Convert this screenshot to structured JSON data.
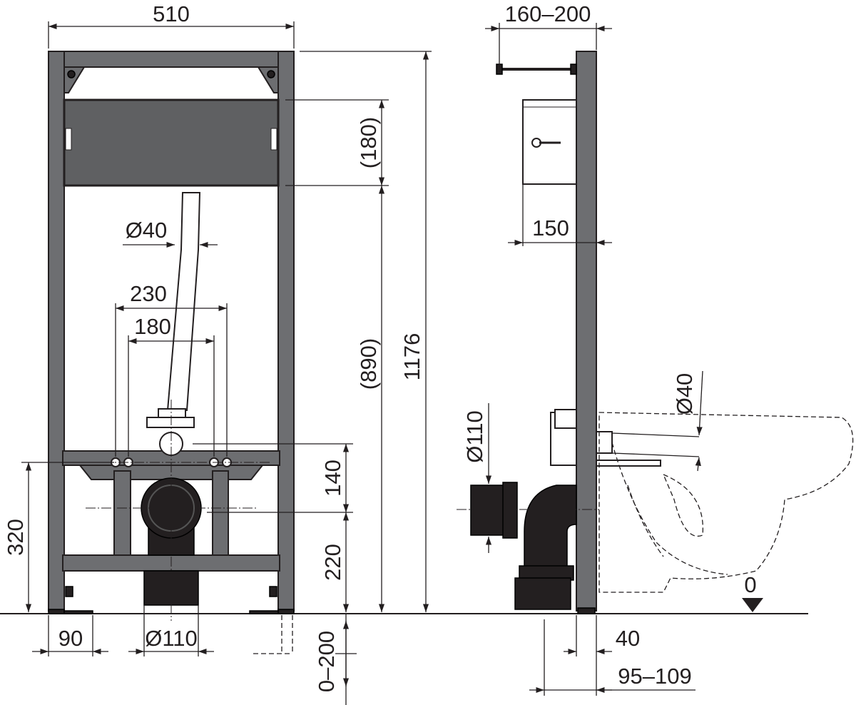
{
  "drawing": {
    "front_view": {
      "width": "510",
      "tank_height": "(180)",
      "height_to_tank": "(890)",
      "total_height": "1176",
      "flush_pipe_diameter": "Ø40",
      "bolt_spacing_outer": "230",
      "bolt_spacing_inner": "180",
      "bolt_to_drain": "140",
      "bolt_height": "320",
      "drain_height": "220",
      "foot_width": "90",
      "drain_diameter": "Ø110",
      "foot_adjustment": "0–200"
    },
    "side_view": {
      "wall_distance": "160–200",
      "tank_depth": "150",
      "flush_diameter": "Ø40",
      "drain_diameter": "Ø110",
      "frame_depth": "40",
      "total_depth": "95–109",
      "floor_level": "0"
    }
  },
  "colors": {
    "frame": "#6d6e71",
    "pipe": "#231f20",
    "line": "#231f20"
  }
}
